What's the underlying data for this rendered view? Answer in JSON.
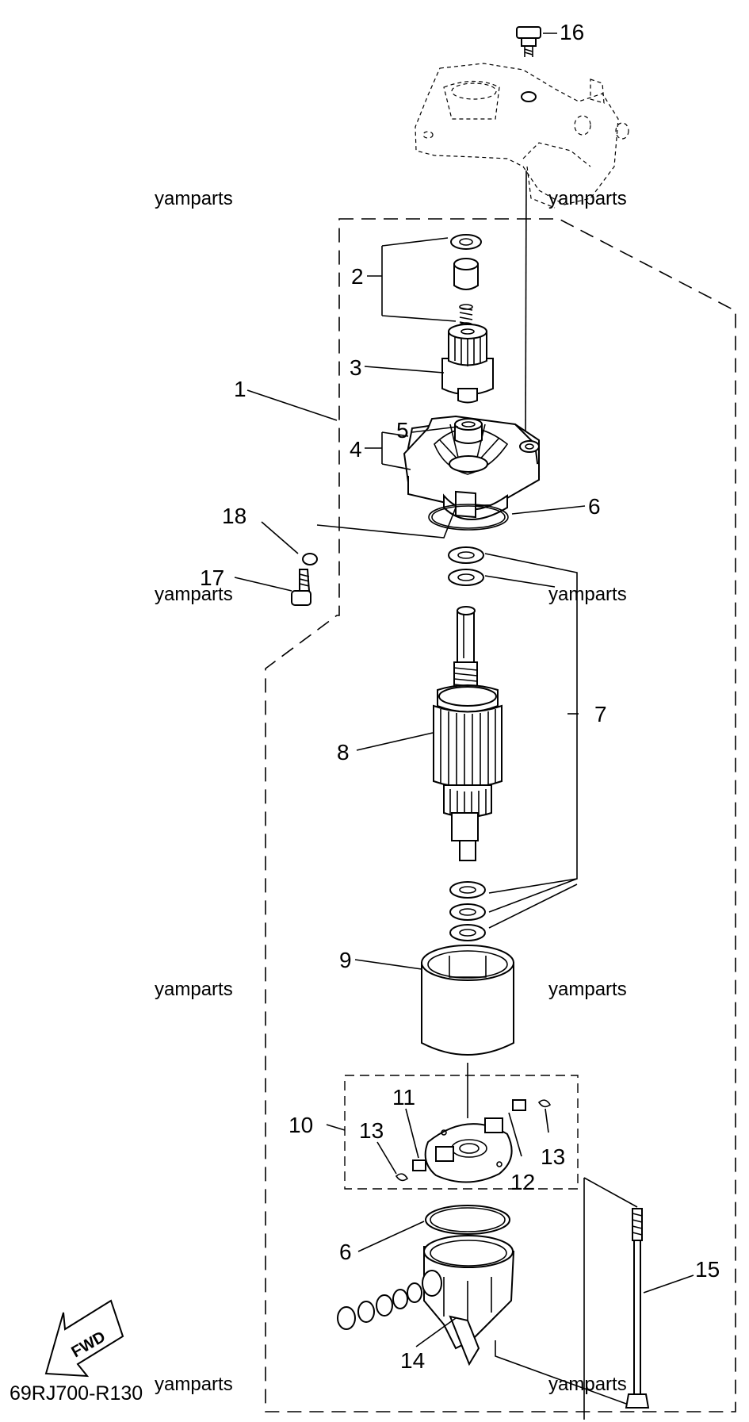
{
  "diagram": {
    "catalog_code": "69RJ700-R130",
    "fwd_label": "FWD",
    "watermark": "yamparts",
    "callouts": {
      "c1": "1",
      "c2": "2",
      "c3": "3",
      "c4": "4",
      "c5": "5",
      "c6a": "6",
      "c6b": "6",
      "c7": "7",
      "c8": "8",
      "c9": "9",
      "c10": "10",
      "c11": "11",
      "c12": "12",
      "c13a": "13",
      "c13b": "13",
      "c14": "14",
      "c15": "15",
      "c16": "16",
      "c17": "17",
      "c18": "18"
    }
  }
}
